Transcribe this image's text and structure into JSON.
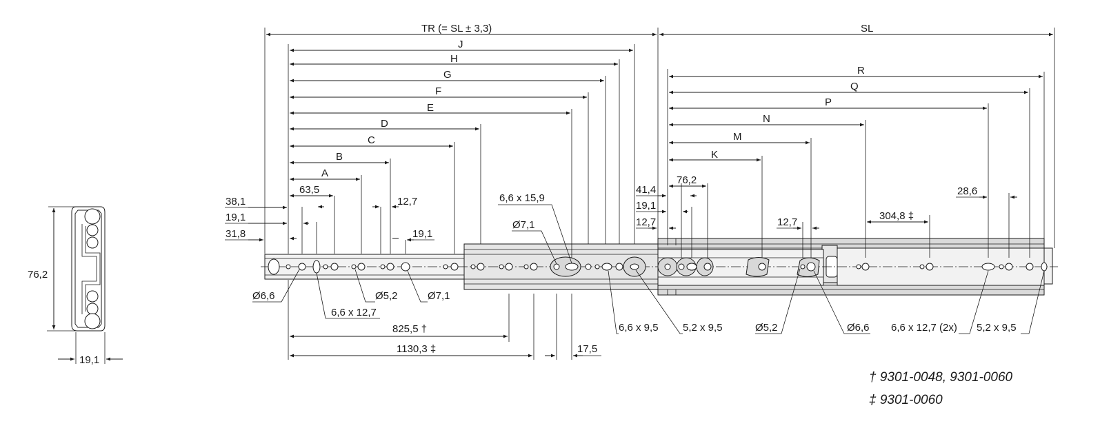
{
  "dims_top": {
    "tr": "TR (= SL ± 3,3)",
    "sl": "SL",
    "j": "J",
    "h": "H",
    "g": "G",
    "f": "F",
    "e": "E",
    "d": "D",
    "c": "C",
    "b": "B",
    "a": "A",
    "r": "R",
    "q": "Q",
    "p": "P",
    "n": "N",
    "m": "M",
    "k": "K"
  },
  "dims_left": {
    "d38_1": "38,1",
    "d19_1": "19,1",
    "d31_8": "31,8",
    "d63_5": "63,5",
    "d12_7": "12,7",
    "d19_1b": "19,1"
  },
  "dims_mid": {
    "d41_4": "41,4",
    "d19_1": "19,1",
    "d12_7": "12,7",
    "d76_2": "76,2",
    "d12_7b": "12,7",
    "d304_8": "304,8 ‡",
    "d28_6": "28,6"
  },
  "holes": {
    "slot_6_6x15_9": "6,6 x 15,9",
    "dia_7_1_top": "Ø7,1",
    "dia_6_6_left": "Ø6,6",
    "slot_6_6x12_7": "6,6 x 12,7",
    "dia_5_2_left": "Ø5,2",
    "dia_7_1_bottom": "Ø7,1",
    "slot_6_6x9_5": "6,6 x 9,5",
    "slot_5_2x9_5": "5,2 x 9,5",
    "dia_5_2_right": "Ø5,2",
    "dia_6_6_right": "Ø6,6",
    "slot_6_6x12_7_2x": "6,6 x 12,7 (2x)",
    "slot_5_2x9_5_right": "5,2 x 9,5"
  },
  "dims_bottom": {
    "d825_5": "825,5 †",
    "d1130_3": "1130,3 ‡",
    "d17_5": "17,5"
  },
  "section": {
    "height": "76,2",
    "width": "19,1"
  },
  "notes": {
    "dagger": "† 9301-0048, 9301-0060",
    "ddagger": "‡ 9301-0060"
  }
}
